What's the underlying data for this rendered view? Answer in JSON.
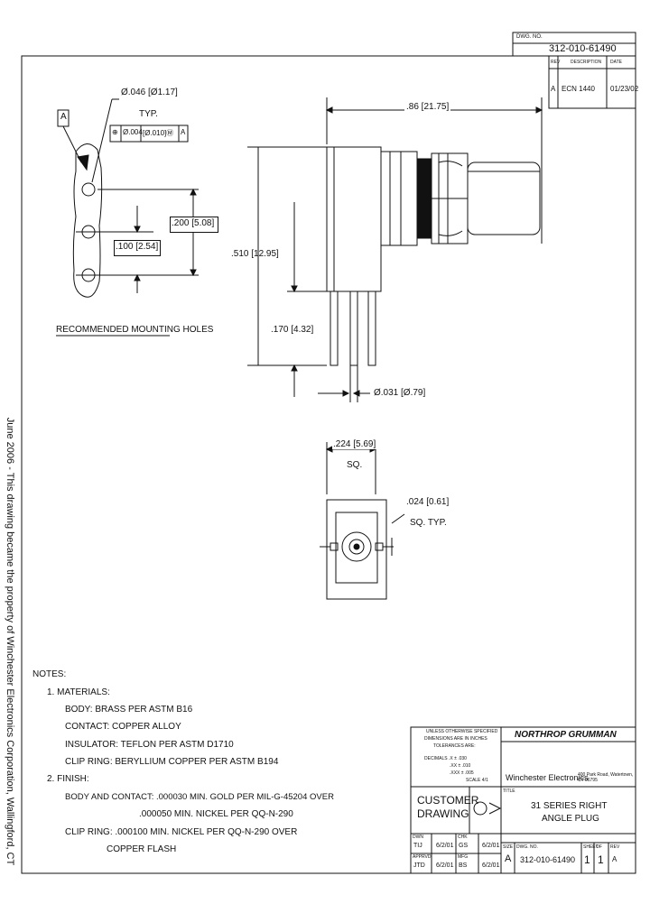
{
  "doc_number_box": {
    "label": "DWG. NO.",
    "value": "312-010-61490"
  },
  "revision_box": {
    "header_rev": "REV",
    "header_description": "DESCRIPTION",
    "header_date": "DATE",
    "rev": "A",
    "description": "ECN 1440",
    "date": "01/23/02"
  },
  "side_note": "June 2006 - This drawing became the property of Winchester Electronics Corporation, Wallingford, CT",
  "mounting_holes": {
    "datum_label": "A",
    "hole_dia": "Ø.046 [Ø1.17]",
    "typ": "TYP.",
    "tolerance": [
      "⊕",
      "Ø.004",
      "[Ø.010]Ⓜ",
      "A"
    ],
    "dim_200": ".200 [5.08]",
    "dim_100": ".100 [2.54]",
    "caption": "RECOMMENDED MOUNTING HOLES"
  },
  "side_view": {
    "dim_86": ".86 [21.75]",
    "dim_510": ".510 [12.95]",
    "dim_170": ".170 [4.32]",
    "dim_031": "Ø.031 [Ø.79]"
  },
  "bottom_view": {
    "dim_224": ".224 [5.69]",
    "sq": "SQ.",
    "dim_024": ".024 [0.61]",
    "sq_typ": "SQ. TYP."
  },
  "notes": {
    "title": "NOTES:",
    "item1": "1.  MATERIALS:",
    "body": "BODY: BRASS PER ASTM B16",
    "contact": "CONTACT: COPPER ALLOY",
    "insulator": "INSULATOR: TEFLON PER ASTM D1710",
    "clip_ring": "CLIP RING: BERYLLIUM COPPER PER ASTM B194",
    "item2": "2.  FINISH:",
    "finish_body": "BODY AND CONTACT: .000030 MIN. GOLD PER MIL-G-45204 OVER",
    "finish_body2": ".000050 MIN. NICKEL PER QQ-N-290",
    "finish_clip": "CLIP RING: .000100 MIN. NICKEL PER QQ-N-290 OVER",
    "finish_clip2": "COPPER FLASH"
  },
  "title_block": {
    "tolerance_lines": [
      "UNLESS OTHERWISE SPECIFIED",
      "DIMENSIONS ARE IN INCHES",
      "TOLERANCES ARE:",
      "DECIMALS  .X ± .030",
      ".XX ± .010",
      ".XXX ± .005"
    ],
    "scale": "SCALE 4/1",
    "company": "NORTHROP GRUMMAN",
    "division": "Winchester Electronics",
    "address": "400 Park Road, Watertown, CT 06795",
    "customer_drawing": "CUSTOMER DRAWING",
    "title_label": "TITLE",
    "title_line1": "31 SERIES RIGHT",
    "title_line2": "ANGLE PLUG",
    "drawn_label": "DWN",
    "drawn_by": "TIJ",
    "drawn_date": "6/2/01",
    "chk_label": "CHK",
    "chk_by": "GS",
    "chk_date": "6/2/01",
    "apprv_label": "APPRVD",
    "apprv_by": "JTD",
    "apprv_date": "6/2/01",
    "mfg_label": "MFG",
    "mfg_by": "BS",
    "mfg_date": "6/2/01",
    "size_label": "SIZE",
    "size": "A",
    "dwg_label": "DWG. NO.",
    "dwg_no": "312-010-61490",
    "sheet_label": "SHEET",
    "sheet": "1",
    "of_label": "OF",
    "of": "1",
    "rev_label": "REV",
    "rev": "A"
  }
}
